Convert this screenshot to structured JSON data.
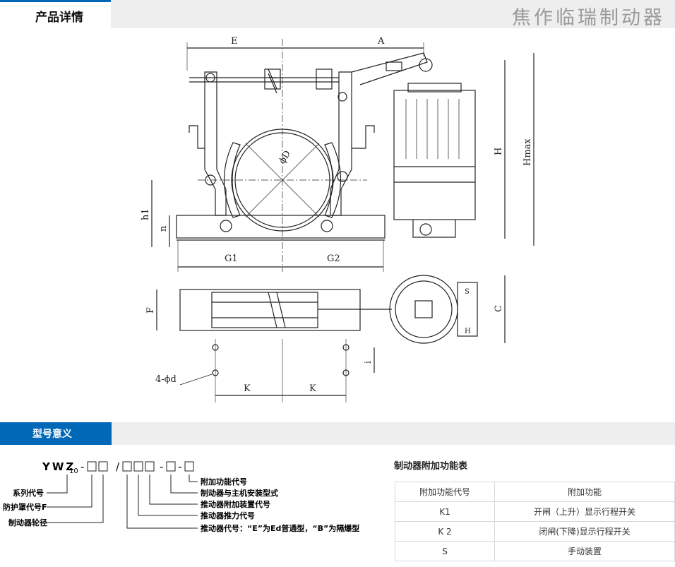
{
  "header": {
    "tab_label": "产品详情",
    "brand": "焦作临瑞制动器"
  },
  "drawing": {
    "dims_top": [
      "E",
      "A"
    ],
    "dim_diameter": "ϕD",
    "dims_right": [
      "H",
      "Hmax"
    ],
    "dims_left": [
      "h1",
      "n"
    ],
    "dims_bottom": [
      "G1",
      "G2"
    ],
    "dims_plan": [
      "F",
      "C",
      "i"
    ],
    "dims_holes": [
      "K",
      "K"
    ],
    "hole_label": "4-ϕd",
    "motor_marks": [
      "S",
      "H"
    ]
  },
  "section": {
    "title": "型号意义"
  },
  "model_code": {
    "prefix": "YWZ",
    "subscript": "10",
    "separators": [
      "-",
      "/",
      "-",
      "-"
    ],
    "legend_left": [
      "系列代号",
      "防护罩代号F",
      "制动器轮径"
    ],
    "legend_right": [
      "附加功能代号",
      "制动器与主机安装型式",
      "推动器附加装置代号",
      "推动器推力代号",
      "推动器代号：“E”为Ed普通型，“B”为隔爆型"
    ]
  },
  "features": {
    "title": "制动器附加功能表",
    "headers": [
      "附加功能代号",
      "附加功能"
    ],
    "rows": [
      [
        "K1",
        "开闸（上升）显示行程开关"
      ],
      [
        "K 2",
        "闭闸(下降)显示行程开关"
      ],
      [
        "S",
        "手动装置"
      ]
    ]
  }
}
